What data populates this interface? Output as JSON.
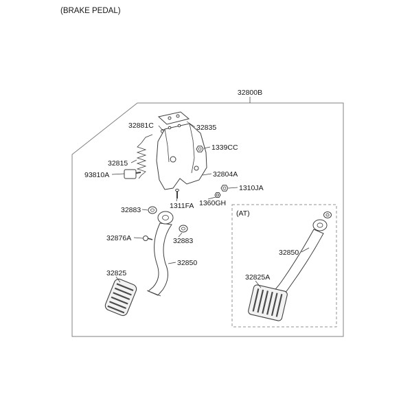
{
  "page_title": "(BRAKE PEDAL)",
  "assembly": {
    "label": "32800B"
  },
  "at_section": {
    "label": "(AT)"
  },
  "labels": {
    "p32881C": "32881C",
    "p32835": "32835",
    "p1339CC": "1339CC",
    "p32815": "32815",
    "p93810A": "93810A",
    "p32804A": "32804A",
    "p1310JA": "1310JA",
    "p1360GH": "1360GH",
    "p1311FA": "1311FA",
    "p32883_a": "32883",
    "p32876A": "32876A",
    "p32883_b": "32883",
    "p32850": "32850",
    "p32825": "32825",
    "p32850_at": "32850",
    "p32825A": "32825A"
  },
  "colors": {
    "line": "#3d3d3d",
    "border": "#808080",
    "label": "#141414"
  }
}
